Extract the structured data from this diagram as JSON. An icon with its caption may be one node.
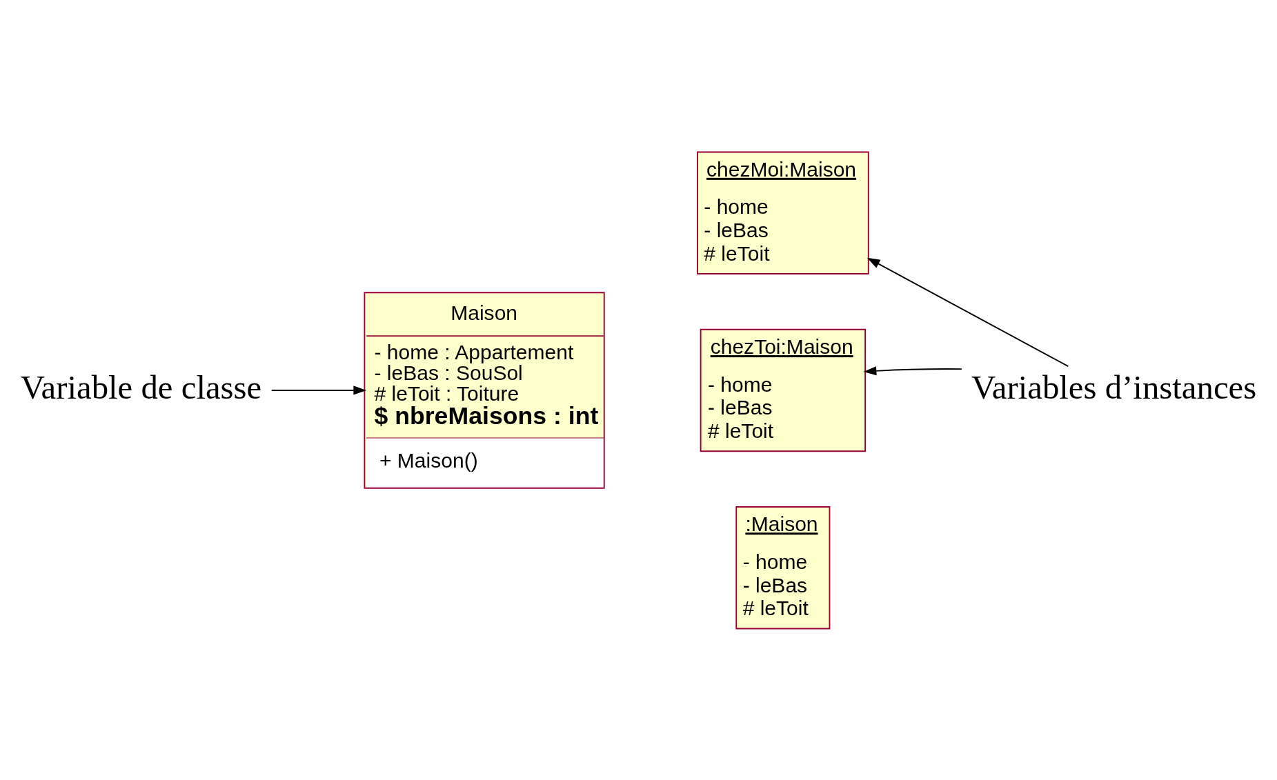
{
  "diagram": {
    "nodes": [
      {
        "text": [
          "Variable de classe"
        ]
      },
      {
        "text": [
          "Maison",
          "- home : Appartement",
          "- leBas : SouSol",
          "# leToit : Toiture",
          "$ nbreMaisons : int",
          "+ Maison()"
        ]
      },
      {
        "text": [
          "chezMoi:Maison",
          "- home",
          "- leBas",
          "# leToit"
        ]
      },
      {
        "text": [
          "chezToi:Maison",
          "- home",
          "- leBas",
          "# leToit"
        ]
      },
      {
        "text": [
          ":Maison",
          "- home",
          "- leBas",
          "# leToit"
        ]
      },
      {
        "text": [
          "Variables d’instances"
        ]
      }
    ],
    "edges": [
      {
        "from": 0,
        "to": 1,
        "arrow": "to"
      },
      {
        "from": 5,
        "to": 2,
        "arrow": "to"
      },
      {
        "from": 5,
        "to": 3,
        "arrow": "to"
      }
    ]
  }
}
